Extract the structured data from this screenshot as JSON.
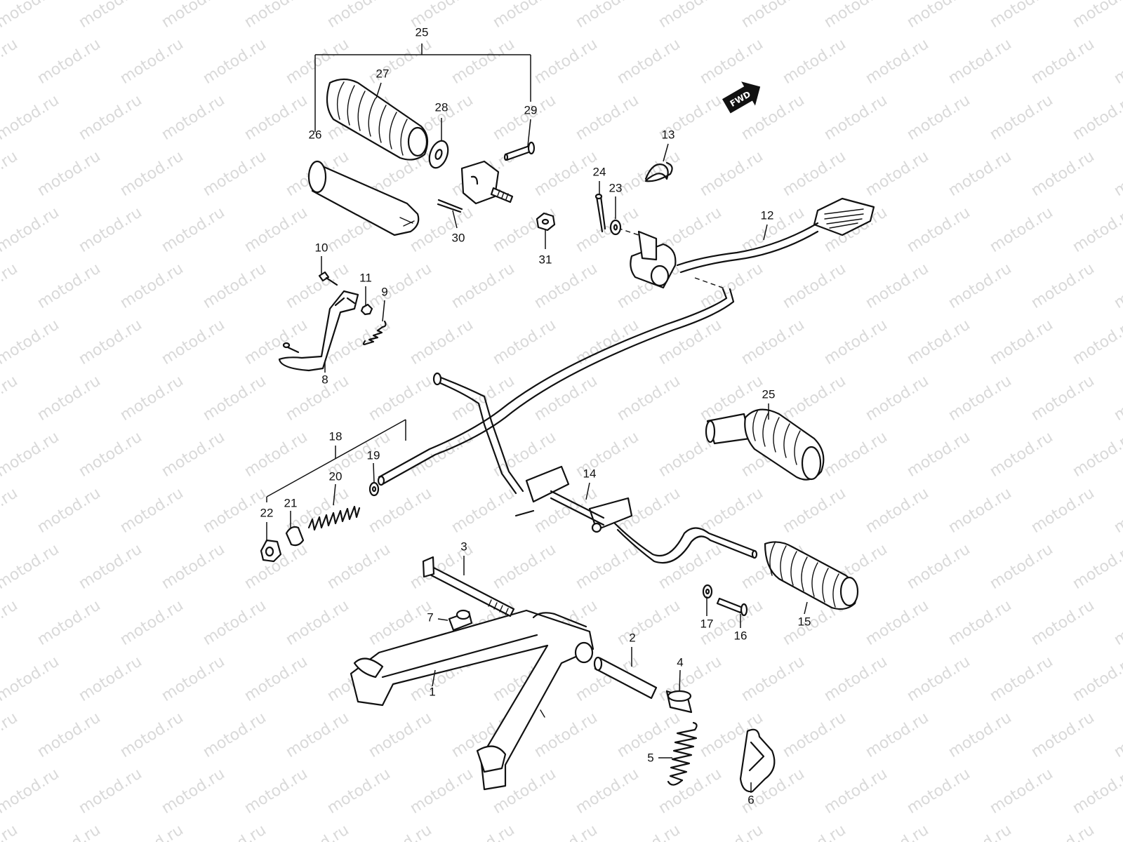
{
  "watermark": {
    "text": "motod.ru"
  },
  "direction_marker": {
    "label": "FWD",
    "icon": "forward-arrow-icon"
  },
  "parts": {
    "p1": "1",
    "p2": "2",
    "p3": "3",
    "p4": "4",
    "p5": "5",
    "p6": "6",
    "p7": "7",
    "p8": "8",
    "p9": "9",
    "p10": "10",
    "p11": "11",
    "p12": "12",
    "p13": "13",
    "p14": "14",
    "p15": "15",
    "p16": "16",
    "p17": "17",
    "p18": "18",
    "p19": "19",
    "p20": "20",
    "p21": "21",
    "p22": "22",
    "p23": "23",
    "p24": "24",
    "p25_top": "25",
    "p25_right": "25",
    "p26": "26",
    "p27": "27",
    "p28": "28",
    "p29": "29",
    "p30": "30",
    "p31": "31"
  }
}
